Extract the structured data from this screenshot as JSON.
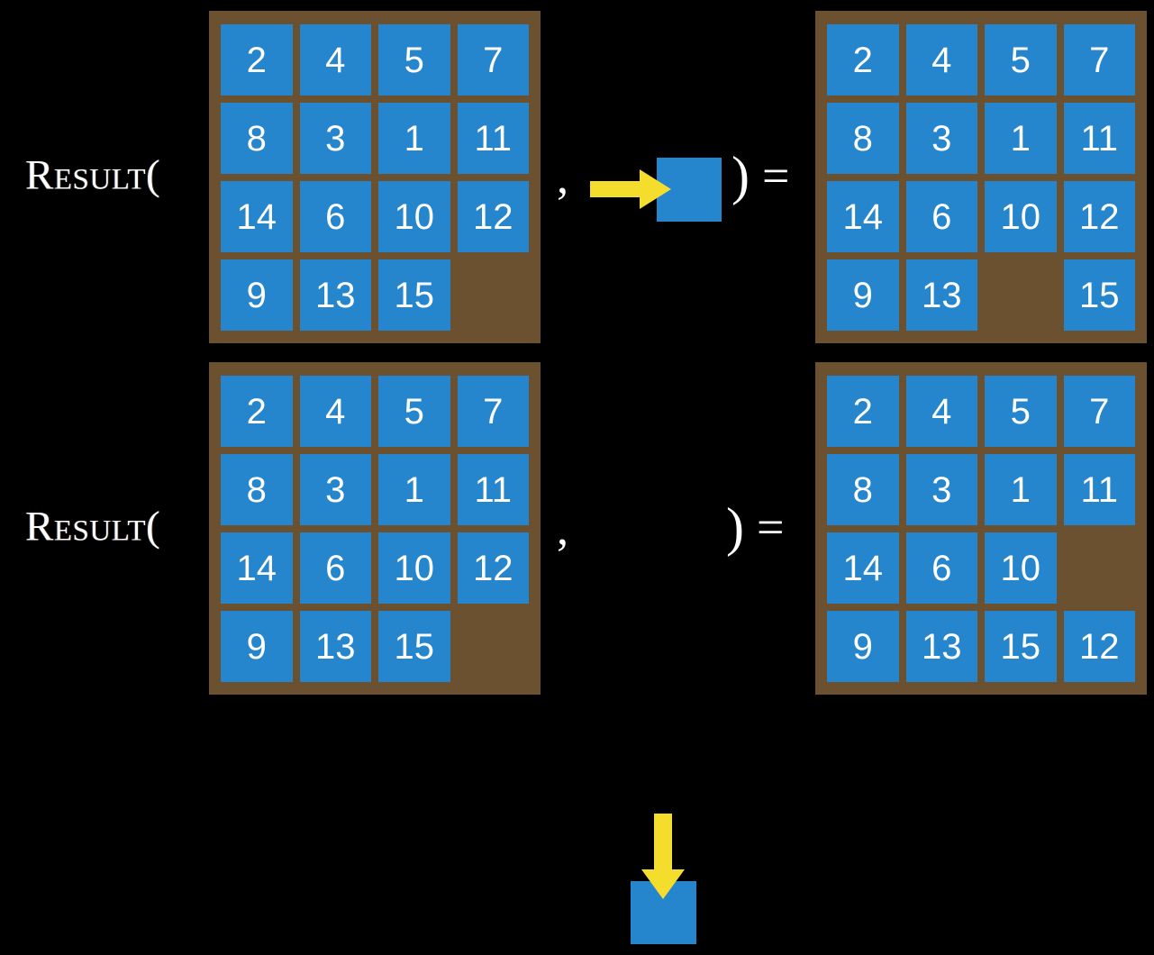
{
  "palette": {
    "background": "#000000",
    "board_brown": "#6b5130",
    "tile_blue": "#2586ce",
    "arrow_yellow": "#f5dd2e",
    "text_white": "#ffffff"
  },
  "equations": [
    {
      "label": "Result(",
      "comma": ",",
      "close_paren": ")",
      "equals": "=",
      "move": {
        "direction": "right",
        "arrow_icon": "arrow-right-icon",
        "square_label": ""
      },
      "input_board": {
        "rows": [
          [
            "2",
            "4",
            "5",
            "7"
          ],
          [
            "8",
            "3",
            "1",
            "11"
          ],
          [
            "14",
            "6",
            "10",
            "12"
          ],
          [
            "9",
            "13",
            "15",
            ""
          ]
        ]
      },
      "output_board": {
        "rows": [
          [
            "2",
            "4",
            "5",
            "7"
          ],
          [
            "8",
            "3",
            "1",
            "11"
          ],
          [
            "14",
            "6",
            "10",
            "12"
          ],
          [
            "9",
            "13",
            "",
            "15"
          ]
        ]
      }
    },
    {
      "label": "Result(",
      "comma": ",",
      "close_paren": ")",
      "equals": "=",
      "move": {
        "direction": "down",
        "arrow_icon": "arrow-down-icon",
        "square_label": ""
      },
      "input_board": {
        "rows": [
          [
            "2",
            "4",
            "5",
            "7"
          ],
          [
            "8",
            "3",
            "1",
            "11"
          ],
          [
            "14",
            "6",
            "10",
            "12"
          ],
          [
            "9",
            "13",
            "15",
            ""
          ]
        ]
      },
      "output_board": {
        "rows": [
          [
            "2",
            "4",
            "5",
            "7"
          ],
          [
            "8",
            "3",
            "1",
            "11"
          ],
          [
            "14",
            "6",
            "10",
            ""
          ],
          [
            "9",
            "13",
            "15",
            "12"
          ]
        ]
      }
    }
  ]
}
